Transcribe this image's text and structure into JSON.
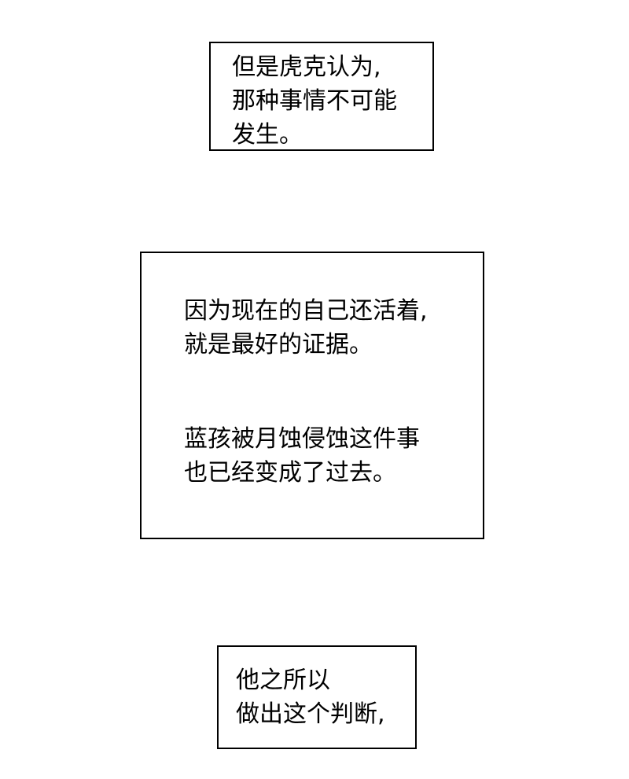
{
  "panels": [
    {
      "lines": "但是虎克认为,\n那种事情不可能\n发生。"
    },
    {
      "paragraph_1": "因为现在的自己还活着,\n就是最好的证据。",
      "paragraph_2": "蓝孩被月蚀侵蚀这件事\n也已经变成了过去。"
    },
    {
      "lines": "他之所以\n做出这个判断,"
    }
  ],
  "colors": {
    "background": "#ffffff",
    "border": "#000000",
    "text": "#000000"
  }
}
